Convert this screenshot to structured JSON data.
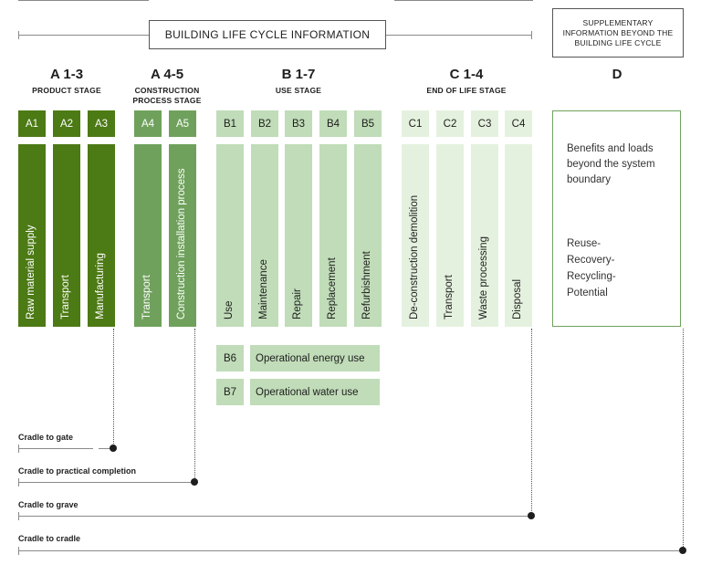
{
  "header": {
    "title": "BUILDING LIFE CYCLE INFORMATION",
    "supplementary": "SUPPLEMENTARY INFORMATION BEYOND THE BUILDING LIFE CYCLE"
  },
  "stages": {
    "a13": {
      "code": "A 1-3",
      "name": "PRODUCT STAGE"
    },
    "a45": {
      "code": "A 4-5",
      "name": "CONSTRUCTION PROCESS STAGE"
    },
    "b17": {
      "code": "B 1-7",
      "name": "USE STAGE"
    },
    "c14": {
      "code": "C 1-4",
      "name": "END OF LIFE STAGE"
    },
    "d": {
      "code": "D"
    }
  },
  "modules": [
    {
      "code": "A1",
      "label": "Raw material supply"
    },
    {
      "code": "A2",
      "label": "Transport"
    },
    {
      "code": "A3",
      "label": "Manufacturing"
    },
    {
      "code": "A4",
      "label": "Transport"
    },
    {
      "code": "A5",
      "label": "Construction installation process"
    },
    {
      "code": "B1",
      "label": "Use"
    },
    {
      "code": "B2",
      "label": "Maintenance"
    },
    {
      "code": "B3",
      "label": "Repair"
    },
    {
      "code": "B4",
      "label": "Replacement"
    },
    {
      "code": "B5",
      "label": "Refurbishment"
    },
    {
      "code": "C1",
      "label": "De-construction demolition"
    },
    {
      "code": "C2",
      "label": "Transport"
    },
    {
      "code": "C3",
      "label": "Waste processing"
    },
    {
      "code": "C4",
      "label": "Disposal"
    }
  ],
  "operational": [
    {
      "code": "B6",
      "label": "Operational energy use"
    },
    {
      "code": "B7",
      "label": "Operational water use"
    }
  ],
  "d_box": {
    "benefits": "Benefits and loads beyond the system boundary",
    "reuse": "Reuse- Recovery- Recycling- Potential"
  },
  "cradles": [
    {
      "label": "Cradle to gate"
    },
    {
      "label": "Cradle to practical completion"
    },
    {
      "label": "Cradle to grave"
    },
    {
      "label": "Cradle to cradle"
    }
  ],
  "colors": {
    "product": "#4c7a14",
    "construction": "#6fa15c",
    "use": "#c0dcb8",
    "end_of_life": "#e5f1df",
    "d_border": "#6fa15c"
  }
}
